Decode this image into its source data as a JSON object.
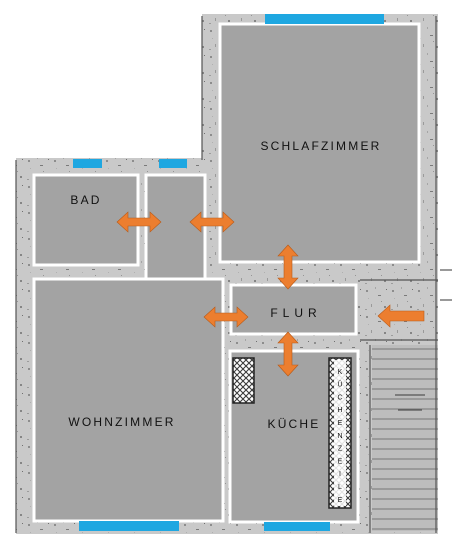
{
  "plan": {
    "rooms": {
      "schlafzimmer": "SCHLAFZIMMER",
      "bad": "BAD",
      "flur": "FLUR",
      "wohnzimmer": "WOHNZIMMER",
      "kueche": "KÜCHE",
      "kuechenzeile": "KÜCHENZEILE"
    },
    "colors": {
      "room_fill": "#a3a3a3",
      "wall_outline": "#ffffff",
      "window": "#1ea7e1",
      "door_arrow": "#ec7e2f",
      "background_scan": "#c7c7c7",
      "hatch": "#3a3a3a"
    },
    "icons": {
      "door_arrow": "double-arrow-icon",
      "entrance_arrow": "entrance-arrow-icon"
    }
  }
}
